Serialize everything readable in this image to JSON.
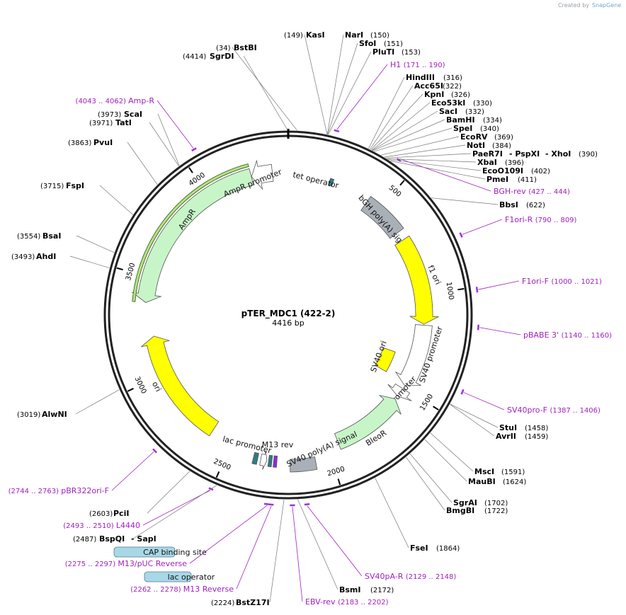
{
  "credit": "Created by",
  "credit_brand": "SnapGene",
  "plasmid": {
    "name": "pTER_MDC1 (422-2)",
    "size_label": "4416 bp",
    "total_bp": 4416
  },
  "ticks": [
    {
      "pos": 500,
      "label": "500"
    },
    {
      "pos": 1000,
      "label": "1000"
    },
    {
      "pos": 1500,
      "label": "1500"
    },
    {
      "pos": 2000,
      "label": "2000"
    },
    {
      "pos": 2500,
      "label": "2500"
    },
    {
      "pos": 3000,
      "label": "3000"
    },
    {
      "pos": 3500,
      "label": "3500"
    },
    {
      "pos": 4000,
      "label": "4000"
    }
  ],
  "sites": [
    {
      "name": "BstBI",
      "pos_label": "(34)",
      "pos": 34
    },
    {
      "name": "SgrDI",
      "pos_label": "(4414)",
      "pos": 4414
    },
    {
      "name": "KasI",
      "pos_label": "(149)",
      "pos": 149
    },
    {
      "name": "NarI",
      "pos_label": "(150)",
      "pos": 150
    },
    {
      "name": "SfoI",
      "pos_label": "(151)",
      "pos": 151
    },
    {
      "name": "PluTI",
      "pos_label": "(153)",
      "pos": 153
    },
    {
      "name": "HindIII",
      "pos_label": "(316)",
      "pos": 316
    },
    {
      "name": "Acc65I",
      "pos_label": "(322)",
      "pos": 322
    },
    {
      "name": "KpnI",
      "pos_label": "(326)",
      "pos": 326
    },
    {
      "name": "Eco53kI",
      "pos_label": "(330)",
      "pos": 330
    },
    {
      "name": "SacI",
      "pos_label": "(332)",
      "pos": 332
    },
    {
      "name": "BamHI",
      "pos_label": "(334)",
      "pos": 334
    },
    {
      "name": "SpeI",
      "pos_label": "(340)",
      "pos": 340
    },
    {
      "name": "EcoRV",
      "pos_label": "(369)",
      "pos": 369
    },
    {
      "name": "NotI",
      "pos_label": "(384)",
      "pos": 384
    },
    {
      "name": "PaeR7I",
      "pos_label": "",
      "pos": 390
    },
    {
      "name": "- PspXI",
      "pos_label": "",
      "pos": 390
    },
    {
      "name": "- XhoI",
      "pos_label": "(390)",
      "pos": 390
    },
    {
      "name": "XbaI",
      "pos_label": "(396)",
      "pos": 396
    },
    {
      "name": "EcoO109I",
      "pos_label": "(402)",
      "pos": 402
    },
    {
      "name": "PmeI",
      "pos_label": "(411)",
      "pos": 411
    },
    {
      "name": "BbsI",
      "pos_label": "(622)",
      "pos": 622
    },
    {
      "name": "StuI",
      "pos_label": "(1458)",
      "pos": 1458
    },
    {
      "name": "AvrII",
      "pos_label": "(1459)",
      "pos": 1459
    },
    {
      "name": "MscI",
      "pos_label": "(1591)",
      "pos": 1591
    },
    {
      "name": "MauBI",
      "pos_label": "(1624)",
      "pos": 1624
    },
    {
      "name": "SgrAI",
      "pos_label": "(1702)",
      "pos": 1702
    },
    {
      "name": "BmgBI",
      "pos_label": "(1722)",
      "pos": 1722
    },
    {
      "name": "FseI",
      "pos_label": "(1864)",
      "pos": 1864
    },
    {
      "name": "BsmI",
      "pos_label": "(2172)",
      "pos": 2172
    },
    {
      "name": "BstZ17I",
      "pos_label": "(2224)",
      "pos": 2224
    },
    {
      "name": "BspQI",
      "pos_label": "(2487)",
      "pos": 2487
    },
    {
      "name": "- SapI",
      "pos_label": "",
      "pos": 2487
    },
    {
      "name": "PciI",
      "pos_label": "(2603)",
      "pos": 2603
    },
    {
      "name": "AlwNI",
      "pos_label": "(3019)",
      "pos": 3019
    },
    {
      "name": "AhdI",
      "pos_label": "(3493)",
      "pos": 3493
    },
    {
      "name": "BsaI",
      "pos_label": "(3554)",
      "pos": 3554
    },
    {
      "name": "FspI",
      "pos_label": "(3715)",
      "pos": 3715
    },
    {
      "name": "PvuI",
      "pos_label": "(3863)",
      "pos": 3863
    },
    {
      "name": "TatI",
      "pos_label": "(3971)",
      "pos": 3971
    },
    {
      "name": "ScaI",
      "pos_label": "(3973)",
      "pos": 3973
    }
  ],
  "primers": [
    {
      "name": "H1",
      "range": "(171 .. 190)",
      "start": 171,
      "end": 190
    },
    {
      "name": "Amp-R",
      "range": "(4043 .. 4062)",
      "start": 4043,
      "end": 4062
    },
    {
      "name": "BGH-rev",
      "range": "(427 .. 444)",
      "start": 427,
      "end": 444
    },
    {
      "name": "F1ori-R",
      "range": "(790 .. 809)",
      "start": 790,
      "end": 809
    },
    {
      "name": "F1ori-F",
      "range": "(1000 .. 1021)",
      "start": 1000,
      "end": 1021
    },
    {
      "name": "pBABE 3'",
      "range": "(1140 .. 1160)",
      "start": 1140,
      "end": 1160
    },
    {
      "name": "SV40pro-F",
      "range": "(1387 .. 1406)",
      "start": 1387,
      "end": 1406
    },
    {
      "name": "SV40pA-R",
      "range": "(2129 .. 2148)",
      "start": 2129,
      "end": 2148
    },
    {
      "name": "EBV-rev",
      "range": "(2183 .. 2202)",
      "start": 2183,
      "end": 2202
    },
    {
      "name": "M13 Reverse",
      "range": "(2262 .. 2278)",
      "start": 2262,
      "end": 2278
    },
    {
      "name": "M13/pUC Reverse",
      "range": "(2275 .. 2297)",
      "start": 2275,
      "end": 2297
    },
    {
      "name": "L4440",
      "range": "(2493 .. 2510)",
      "start": 2493,
      "end": 2510
    },
    {
      "name": "pBR322ori-F",
      "range": "(2744 .. 2763)",
      "start": 2744,
      "end": 2763
    }
  ],
  "features": [
    {
      "name": "tet operator",
      "type": "box",
      "start": 211,
      "end": 229,
      "color": "#2e7d80"
    },
    {
      "name": "bGH poly(A) signal",
      "type": "box",
      "start": 427,
      "end": 651,
      "color": "#a9b0b8"
    },
    {
      "name": "f1 ori",
      "type": "arrow",
      "start": 697,
      "end": 1152,
      "color": "#ffff00"
    },
    {
      "name": "SV40 promoter",
      "type": "arrow",
      "start": 1157,
      "end": 1487,
      "color": "#ffffff"
    },
    {
      "name": "SV40 ori",
      "type": "box",
      "start": 1338,
      "end": 1473,
      "color": "#ffff00"
    },
    {
      "name": "EM7 promoter",
      "type": "arrow",
      "start": 1506,
      "end": 1553,
      "color": "#ffffff"
    },
    {
      "name": "BleoR",
      "type": "arrow",
      "start": 1572,
      "end": 1946,
      "color": "#c8f5c8"
    },
    {
      "name": "SV40 poly(A) signal",
      "type": "box",
      "start": 2078,
      "end": 2199,
      "color": "#a9b0b8"
    },
    {
      "name": "M13 rev",
      "type": "box",
      "start": 2262,
      "end": 2278,
      "color": "#8a2be2"
    },
    {
      "name": "lac operator",
      "type": "box",
      "start": 2286,
      "end": 2302,
      "color": "#2e7d80"
    },
    {
      "name": "lac promoter",
      "type": "arrow",
      "start": 2310,
      "end": 2340,
      "color": "#ffffff"
    },
    {
      "name": "CAP binding site",
      "type": "box",
      "start": 2355,
      "end": 2376,
      "color": "#2e7d80"
    },
    {
      "name": "ori",
      "type": "arrow",
      "start": 2614,
      "end": 3202,
      "color": "#ffff00"
    },
    {
      "name": "AmpR",
      "type": "arrow",
      "start": 3373,
      "end": 4233,
      "color": "#c8f5c8"
    },
    {
      "name": "AmpR promoter",
      "type": "arrow",
      "start": 4234,
      "end": 4338,
      "color": "#ffffff"
    }
  ],
  "box_labels": [
    {
      "name": "CAP binding site",
      "color": "#a8d8e8"
    },
    {
      "name": "lac operator",
      "color": "#a8d8e8"
    }
  ]
}
